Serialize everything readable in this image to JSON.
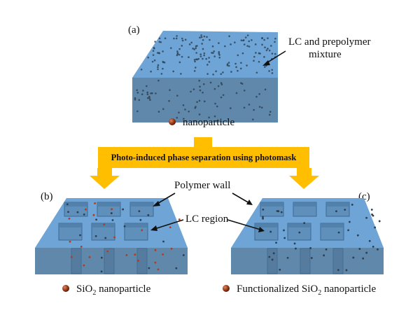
{
  "panels": {
    "a": {
      "tag": "(a)",
      "callout": [
        "LC and prepolymer",
        "mixture"
      ],
      "legend": "nanoparticle"
    },
    "b": {
      "tag": "(b)",
      "legend_main": "SiO",
      "legend_sub": "2",
      "legend_rest": " nanoparticle"
    },
    "c": {
      "tag": "(c)",
      "legend_main": "Functionalized SiO",
      "legend_sub": "2",
      "legend_rest": " nanoparticle"
    }
  },
  "process": {
    "label": "Photo-induced phase separation using photomask"
  },
  "callouts": {
    "polymer_wall": "Polymer wall",
    "lc_region": "LC region"
  },
  "colors": {
    "top": "#6ea4d6",
    "front": "#5f88aa",
    "side": "#4e7a9f",
    "cell_wall": "#4f7ea8",
    "cell_floor": "#5f8fbb",
    "arrow": "#ffbf00",
    "particle": "#8b3a1e",
    "dot": "#2c3e50"
  }
}
